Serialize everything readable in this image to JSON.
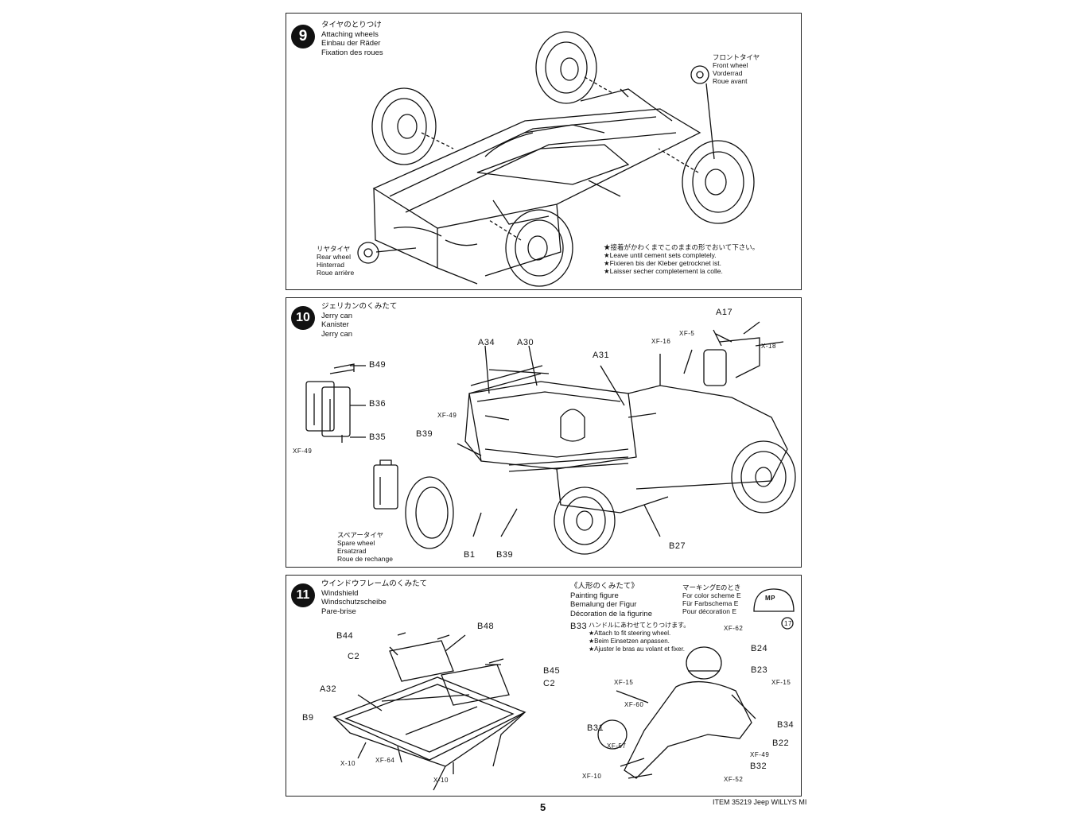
{
  "step9": {
    "number": "9",
    "title_lines": [
      "タイヤのとりつけ",
      "Attaching wheels",
      "Einbau der Räder",
      "Fixation des roues"
    ],
    "front_wheel_lines": [
      "フロントタイヤ",
      "Front wheel",
      "Vorderrad",
      "Roue avant"
    ],
    "rear_wheel_lines": [
      "リヤタイヤ",
      "Rear wheel",
      "Hinterrad",
      "Roue arrière"
    ],
    "note_lines": [
      "★接着がかわくまでこのままの形でおいて下さい。",
      "★Leave until cement sets completely.",
      "★Fixieren bis der Kleber getrocknet ist.",
      "★Laisser secher completement la colle."
    ]
  },
  "step10": {
    "number": "10",
    "title_lines": [
      "ジェリカンのくみたて",
      "Jerry can",
      "Kanister",
      "Jerry can"
    ],
    "spare_wheel_lines": [
      "スペアータイヤ",
      "Spare wheel",
      "Ersatzrad",
      "Roue de rechange"
    ],
    "parts": {
      "a17": "A17",
      "xf5": "XF-5",
      "xf16": "XF-16",
      "x18": "X-18",
      "a34": "A34",
      "a30": "A30",
      "a31": "A31",
      "b49": "B49",
      "b36": "B36",
      "b35": "B35",
      "xf49a": "XF-49",
      "xf49b": "XF-49",
      "b39a": "B39",
      "b1": "B1",
      "b39b": "B39",
      "b27": "B27"
    }
  },
  "step11": {
    "number": "11",
    "title_lines": [
      "ウインドウフレームのくみたて",
      "Windshield",
      "Windschutzscheibe",
      "Pare-brise"
    ],
    "painting_lines": [
      "《人形のくみたて》",
      "Painting figure",
      "Bemalung der Figur",
      "Décoration de la figurine"
    ],
    "marking_lines": [
      "マーキングEのとき",
      "For color scheme E",
      "Für Farbschema E",
      "Pour décoration E"
    ],
    "decal_label": "MP",
    "decal_number": "17",
    "b33_label": "B33",
    "b33_note_lines": [
      "ハンドルにあわせてとりつけます。",
      "★Attach to fit steering wheel.",
      "★Beim Einsetzen anpassen.",
      "★Ajuster le bras au volant et fixer."
    ],
    "parts": {
      "b44": "B44",
      "b48": "B48",
      "c2a": "C2",
      "b45": "B45",
      "c2b": "C2",
      "a32": "A32",
      "b9": "B9",
      "x10a": "X-10",
      "xf64": "XF-64",
      "x10b": "X-10",
      "xf62": "XF-62",
      "b24": "B24",
      "b23": "B23",
      "xf15a": "XF-15",
      "xf15b": "XF-15",
      "xf60": "XF-60",
      "b34": "B34",
      "b31": "B31",
      "b22": "B22",
      "xf57": "XF-57",
      "xf49": "XF-49",
      "b32": "B32",
      "xf10": "XF-10",
      "xf52": "XF-52"
    }
  },
  "footer": {
    "item": "ITEM 35219  Jeep WILLYS MI",
    "page": "5"
  }
}
